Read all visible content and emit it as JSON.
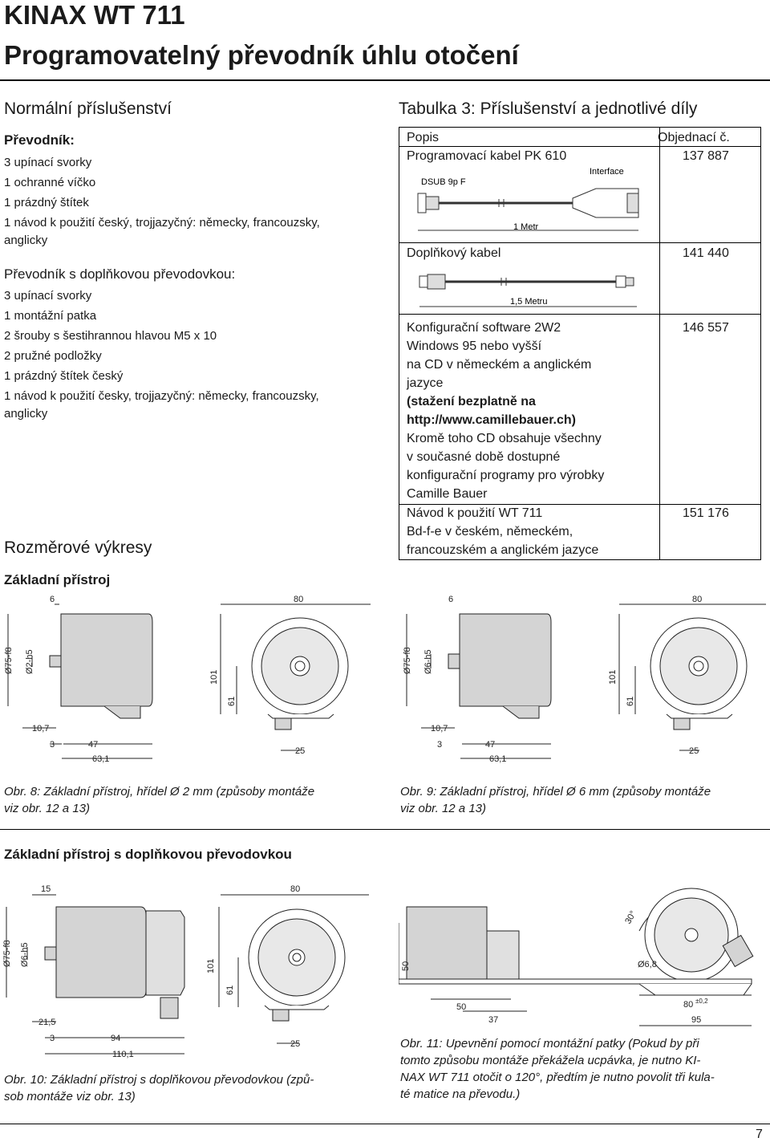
{
  "header": {
    "title_line1": "KINAX WT 711",
    "title_line2": "Programovatelný převodník úhlu otočení"
  },
  "left": {
    "section_title": "Normální příslušenství",
    "group1": {
      "title": "Převodník:",
      "items": [
        "3 upínací svorky",
        "1 ochranné víčko",
        "1 prázdný štítek",
        "1 návod k použití český, trojjazyčný: německy, francouzsky,",
        "anglicky"
      ]
    },
    "group2": {
      "title": "Převodník s doplňkovou převodovkou:",
      "items": [
        "3 upínací svorky",
        "1 montážní patka",
        "2 šrouby s šestihrannou hlavou M5 x 10",
        "2 pružné podložky",
        "1 prázdný štítek český",
        "1 návod k použití česky, trojjazyčný: německy, francouzsky,",
        "anglicky"
      ]
    },
    "dim_title": "Rozměrové výkresy",
    "basic_title": "Základní přístroj"
  },
  "table": {
    "title": "Tabulka 3: Příslušenství a jednotlivé díly",
    "col_desc": "Popis",
    "col_order": "Objednací č.",
    "row1": {
      "desc": "Programovací kabel PK 610",
      "order": "137 887",
      "lbl_dsub": "DSUB 9p F",
      "lbl_interface": "Interface",
      "lbl_length": "1 Metr"
    },
    "row2": {
      "desc": "Doplňkový kabel",
      "order": "141 440",
      "lbl_length": "1,5 Metru"
    },
    "row3": {
      "order": "146 557",
      "lines": [
        "Konfigurační software 2W2",
        "Windows 95 nebo vyšší",
        "na CD v německém a anglickém",
        "jazyce"
      ],
      "bold_lines": [
        "(stažení bezplatně na",
        "http://www.camillebauer.ch)"
      ],
      "more_lines": [
        "Kromě toho CD obsahuje všechny",
        "v současné době dostupné",
        "konfigurační programy pro výrobky",
        "Camille Bauer"
      ]
    },
    "row4": {
      "order": "151 176",
      "lines": [
        "Návod k použití WT 711",
        "Bd-f-e v českém, německém,",
        "francouzském a anglickém jazyce"
      ]
    }
  },
  "fig8": {
    "d6": "6",
    "d80": "80",
    "d75": "Ø75-f8",
    "d2": "Ø2-h5",
    "d101": "101",
    "d61": "61",
    "d107": "10,7",
    "d3": "3",
    "d47": "47",
    "d631": "63,1",
    "d25": "25",
    "caption1": "Obr. 8: Základní přístroj, hřídel Ø 2 mm (způsoby montáže",
    "caption2": "viz obr. 12 a 13)"
  },
  "fig9": {
    "d6": "6",
    "d80": "80",
    "d75": "Ø75-f8",
    "d6h5": "Ø6-h5",
    "d101": "101",
    "d61": "61",
    "d107": "10,7",
    "d3": "3",
    "d47": "47",
    "d631": "63,1",
    "d25": "25",
    "caption1": "Obr. 9: Základní přístroj, hřídel Ø 6 mm (způsoby montáže",
    "caption2": "viz obr. 12 a 13)"
  },
  "gear_title": "Základní přístroj s doplňkovou převodovkou",
  "fig10": {
    "d15": "15",
    "d80": "80",
    "d75": "Ø75-f8",
    "d6h5": "Ø6-h5",
    "d101": "101",
    "d61": "61",
    "d215": "21,5",
    "d3": "3",
    "d94": "94",
    "d1101": "110,1",
    "d25": "25",
    "caption1": "Obr. 10: Základní přístroj s doplňkovou převodovkou (způ-",
    "caption2": "sob montáže viz obr. 13)"
  },
  "fig11": {
    "d30": "30°",
    "d50v": "50",
    "d68": "Ø6,8",
    "d50": "50",
    "d80": "80",
    "d80tol": "±0,2",
    "d37": "37",
    "d95": "95",
    "caption": [
      "Obr. 11: Upevnění pomocí montážní patky (Pokud by při",
      "tomto způsobu montáže překážela ucpávka, je nutno KI-",
      "NAX WT 711 otočit o 120°, předtím je nutno povolit tři kula-",
      "té matice na převodu.)"
    ]
  },
  "page_number": "7"
}
